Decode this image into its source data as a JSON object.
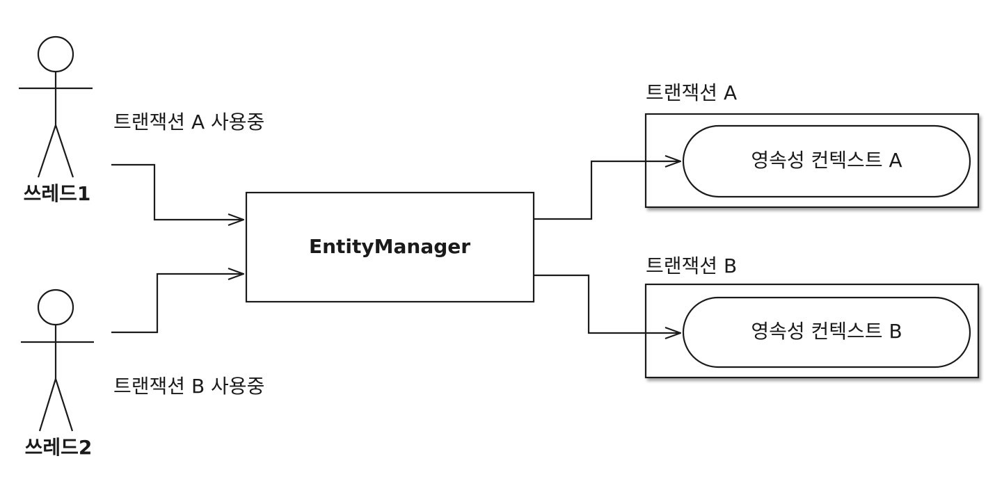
{
  "actors": [
    {
      "label": "쓰레드1",
      "usage": "트랜잭션 A 사용중"
    },
    {
      "label": "쓰레드2",
      "usage": "트랜잭션 B 사용중"
    }
  ],
  "entity_manager": {
    "label": "EntityManager"
  },
  "transactions": [
    {
      "title": "트랜잭션 A",
      "context": "영속성 컨텍스트 A"
    },
    {
      "title": "트랜잭션 B",
      "context": "영속성 컨텍스트 B"
    }
  ],
  "colors": {
    "stroke": "#1a1a1a",
    "background": "#ffffff"
  }
}
